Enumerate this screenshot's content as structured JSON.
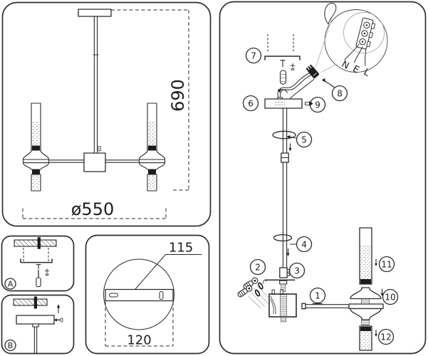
{
  "dimensions": {
    "fixture_height": "690",
    "fixture_diameter": "ø550",
    "bracket_length": "115",
    "canopy_diameter": "120"
  },
  "steps": {
    "step_a": "A",
    "step_b": "B"
  },
  "wiring_labels": {
    "neutral": "N",
    "earth": "E",
    "live": "L"
  },
  "callouts": {
    "c1": "1",
    "c2": "2",
    "c3": "3",
    "c4": "4",
    "c5": "5",
    "c6": "6",
    "c7": "7",
    "c8": "8",
    "c9": "9",
    "c10": "10",
    "c11": "11",
    "c12": "12"
  },
  "colors": {
    "line": "#2b2b2b",
    "paper": "#ffffff"
  }
}
